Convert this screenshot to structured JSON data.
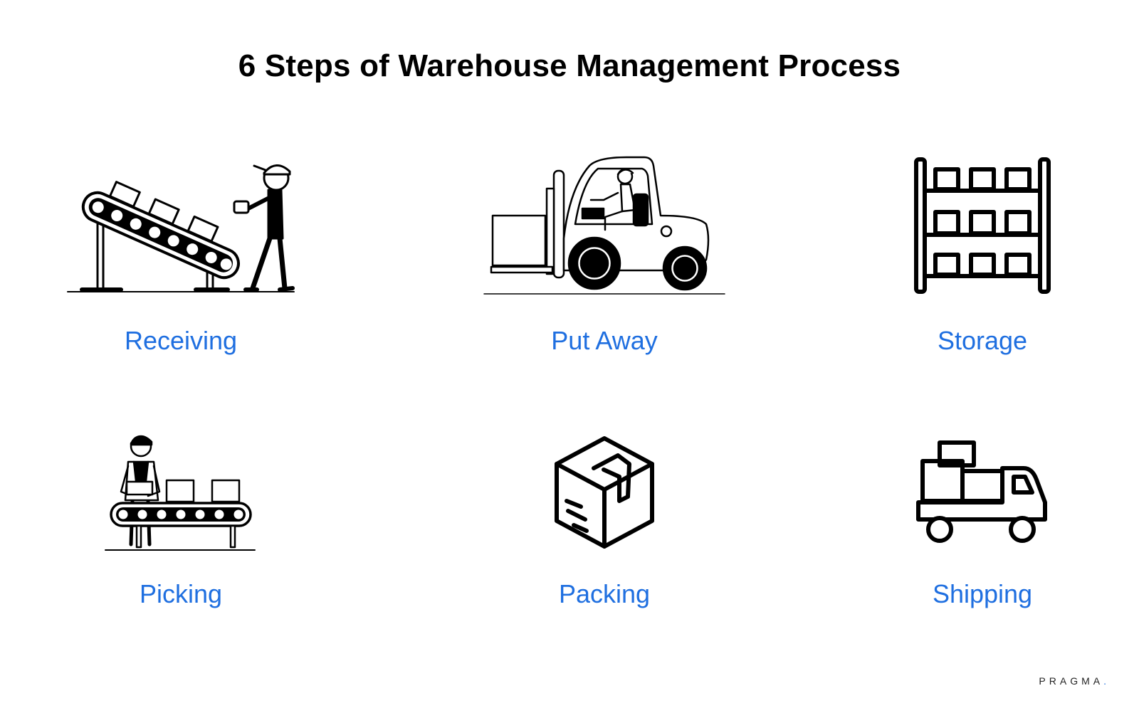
{
  "title": "6 Steps of Warehouse Management Process",
  "steps": [
    {
      "label": "Receiving",
      "icon": "conveyor-incline-worker-icon"
    },
    {
      "label": "Put Away",
      "icon": "forklift-icon"
    },
    {
      "label": "Storage",
      "icon": "shelving-rack-icon"
    },
    {
      "label": "Picking",
      "icon": "picking-conveyor-worker-icon"
    },
    {
      "label": "Packing",
      "icon": "package-box-icon"
    },
    {
      "label": "Shipping",
      "icon": "delivery-truck-icon"
    }
  ],
  "brand": {
    "name": "PRAGMA",
    "dot": "."
  },
  "colors": {
    "label": "#1f6fe0",
    "ink": "#000000",
    "background": "#ffffff"
  }
}
